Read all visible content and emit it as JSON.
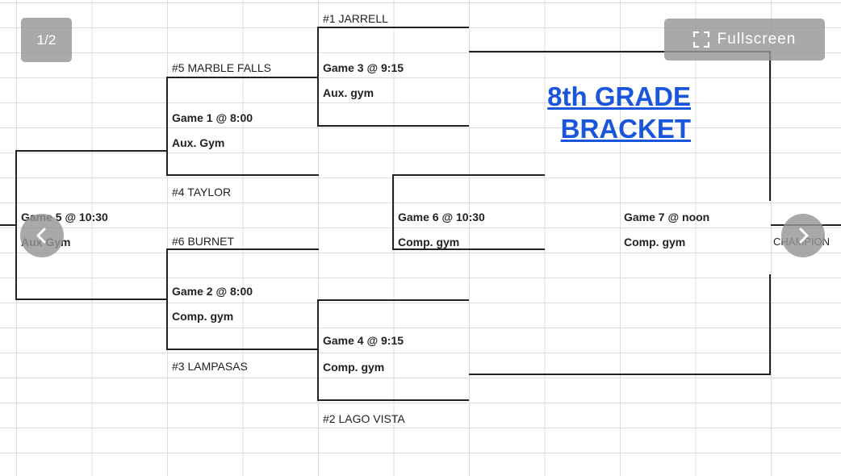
{
  "viewer": {
    "counter": "1/2",
    "fullscreen_label": "Fullscreen",
    "prev_icon": "chevron-left-icon",
    "next_icon": "chevron-right-icon",
    "fullscreen_icon": "fullscreen-icon"
  },
  "bracket": {
    "title_line1": "8th GRADE",
    "title_line2": "BRACKET",
    "title_color": "#1a56db",
    "teams": {
      "seed1": "#1 JARRELL",
      "seed5": "#5 MARBLE FALLS",
      "seed4": "#4 TAYLOR",
      "seed6": "#6 BURNET",
      "seed3": "#3 LAMPASAS",
      "seed2": "#2 LAGO VISTA"
    },
    "games": {
      "game1": {
        "time": "Game 1 @ 8:00",
        "venue": "Aux. Gym"
      },
      "game2": {
        "time": "Game 2 @ 8:00",
        "venue": "Comp. gym"
      },
      "game3": {
        "time": "Game 3 @ 9:15",
        "venue": "Aux. gym"
      },
      "game4": {
        "time": "Game 4 @ 9:15",
        "venue": "Comp. gym"
      },
      "game5": {
        "time": "Game 5 @ 10:30",
        "venue": "Aux Gym"
      },
      "game6": {
        "time": "Game 6 @ 10:30",
        "venue": "Comp. gym"
      },
      "game7": {
        "time": "Game 7 @ noon",
        "venue": "Comp. gym"
      }
    },
    "champion": "CHAMPION"
  }
}
